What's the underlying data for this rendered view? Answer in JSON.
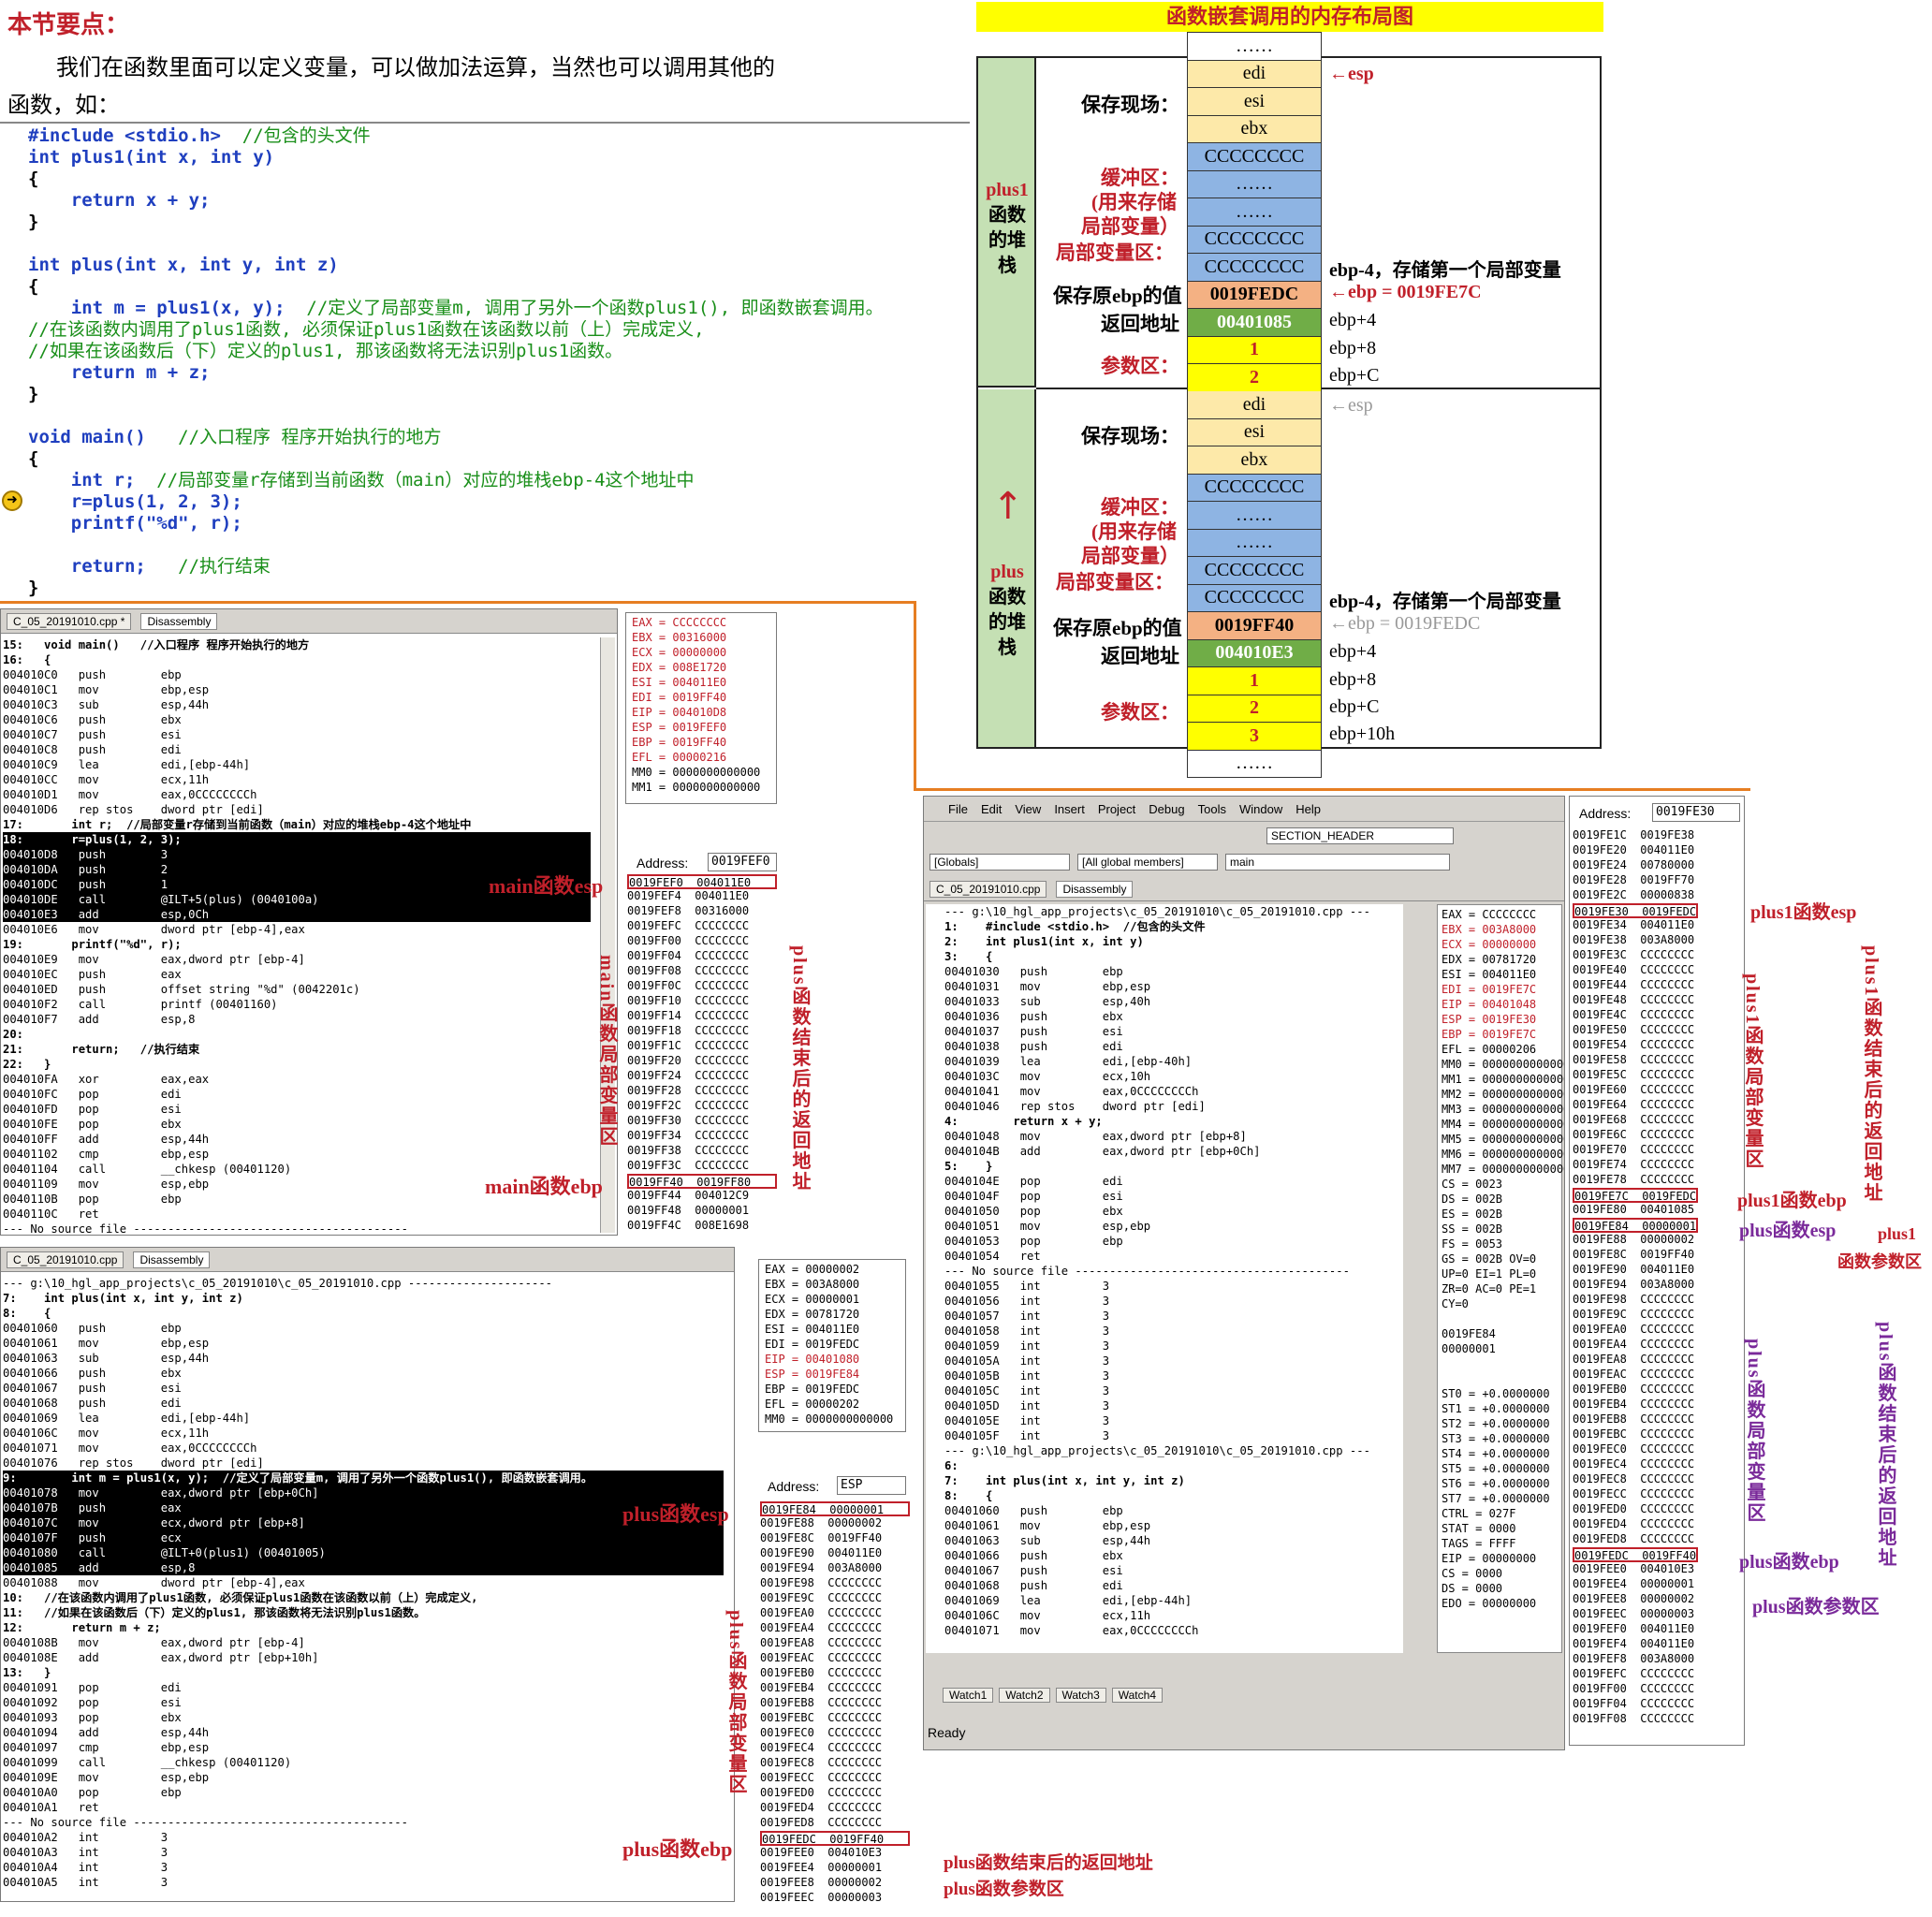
{
  "intro": {
    "heading": "本节要点：",
    "text1": "我们在函数里面可以定义变量，可以做加法运算，当然也可以调用其他的",
    "text2": "函数，如："
  },
  "code": [
    {
      "t": "#include <stdio.h>  ",
      "c": "//包含的头文件"
    },
    {
      "t": "int plus1(int x, int y)",
      "c": ""
    },
    {
      "t": "{",
      "c": ""
    },
    {
      "t": "    return x + y;",
      "c": ""
    },
    {
      "t": "}",
      "c": ""
    },
    {
      "t": "",
      "c": ""
    },
    {
      "t": "int plus(int x, int y, int z)",
      "c": ""
    },
    {
      "t": "{",
      "c": ""
    },
    {
      "t": "    int m = plus1(x, y);  ",
      "c": "//定义了局部变量m, 调用了另外一个函数plus1(), 即函数嵌套调用。"
    },
    {
      "t": "",
      "c": "//在该函数内调用了plus1函数, 必须保证plus1函数在该函数以前（上）完成定义,"
    },
    {
      "t": "",
      "c": "//如果在该函数后（下）定义的plus1, 那该函数将无法识别plus1函数。"
    },
    {
      "t": "    return m + z;",
      "c": ""
    },
    {
      "t": "}",
      "c": ""
    },
    {
      "t": "",
      "c": ""
    },
    {
      "t": "void main()   ",
      "c": "//入口程序 程序开始执行的地方"
    },
    {
      "t": "{",
      "c": ""
    },
    {
      "t": "    int r;  ",
      "c": "//局部变量r存储到当前函数（main）对应的堆栈ebp-4这个地址中"
    },
    {
      "t": "    r=plus(1, 2, 3);",
      "c": ""
    },
    {
      "t": "    printf(\"%d\", r);",
      "c": ""
    },
    {
      "t": "",
      "c": ""
    },
    {
      "t": "    return;   ",
      "c": "//执行结束"
    },
    {
      "t": "}",
      "c": ""
    }
  ],
  "diagram": {
    "title": "函数嵌套调用的内存布局图",
    "plus1_label": "plus1\n函数\n的堆\n栈",
    "plus_label": "plus\n函数\n的堆\n栈",
    "arrow": "↑",
    "plus1_cells": [
      "……",
      "edi",
      "esi",
      "ebx",
      "CCCCCCCC",
      "……",
      "……",
      "CCCCCCCC",
      "CCCCCCCC",
      "0019FEDC",
      "00401085",
      "1",
      "2"
    ],
    "plus_cells": [
      "edi",
      "esi",
      "ebx",
      "CCCCCCCC",
      "……",
      "……",
      "CCCCCCCC",
      "CCCCCCCC",
      "0019FF40",
      "004010E3",
      "1",
      "2",
      "3",
      "……"
    ],
    "labels": {
      "save": "保存现场：",
      "buf1": "缓冲区：",
      "buf2": "(用来存储",
      "buf3": "局部变量）",
      "buf4": "局部变量区：",
      "oldebp": "保存原ebp的值",
      "ret": "返回地址",
      "args": "参数区："
    },
    "plus1_right": {
      "esp": "←esp",
      "local": "ebp-4，存储第一个局部变量",
      "ebp": "←ebp = 0019FE7C",
      "p4": "ebp+4",
      "p8": "ebp+8",
      "pc": "ebp+C"
    },
    "plus_right": {
      "esp": "←esp",
      "local": "ebp-4，存储第一个局部变量",
      "ebp": "←ebp = 0019FEDC",
      "p4": "ebp+4",
      "p8": "ebp+8",
      "pc": "ebp+C",
      "p10": "ebp+10h"
    }
  },
  "win1": {
    "tab1": "C_05_20191010.cpp *",
    "tab2": "Disassembly",
    "lines": [
      "15:   void main()   //入口程序 程序开始执行的地方",
      "16:   {",
      "004010C0   push        ebp",
      "004010C1   mov         ebp,esp",
      "004010C3   sub         esp,44h",
      "004010C6   push        ebx",
      "004010C7   push        esi",
      "004010C8   push        edi",
      "004010C9   lea         edi,[ebp-44h]",
      "004010CC   mov         ecx,11h",
      "004010D1   mov         eax,0CCCCCCCCh",
      "004010D6   rep stos    dword ptr [edi]",
      "17:       int r;  //局部变量r存储到当前函数（main）对应的堆栈ebp-4这个地址中",
      "18:       r=plus(1, 2, 3);",
      "004010D8   push        3",
      "004010DA   push        2",
      "004010DC   push        1",
      "004010DE   call        @ILT+5(plus) (0040100a)",
      "004010E3   add         esp,0Ch",
      "004010E6   mov         dword ptr [ebp-4],eax",
      "19:       printf(\"%d\", r);",
      "004010E9   mov         eax,dword ptr [ebp-4]",
      "004010EC   push        eax",
      "004010ED   push        offset string \"%d\" (0042201c)",
      "004010F2   call        printf (00401160)",
      "004010F7   add         esp,8",
      "20:",
      "21:       return;   //执行结束",
      "22:   }",
      "004010FA   xor         eax,eax",
      "004010FC   pop         edi",
      "004010FD   pop         esi",
      "004010FE   pop         ebx",
      "004010FF   add         esp,44h",
      "00401102   cmp         ebp,esp",
      "00401104   call        __chkesp (00401120)",
      "00401109   mov         esp,ebp",
      "0040110B   pop         ebp",
      "0040110C   ret",
      "--- No source file ----------------------------------------"
    ],
    "regs": [
      "EAX = CCCCCCCC",
      "EBX = 00316000",
      "ECX = 00000000",
      "EDX = 008E1720",
      "ESI = 004011E0",
      "EDI = 0019FF40",
      "EIP = 004010D8",
      "ESP = 0019FEF0",
      "EBP = 0019FF40",
      "EFL = 00000216",
      "MM0 = 0000000000000",
      "MM1 = 0000000000000"
    ],
    "addr_label": "Address:",
    "addr_value": "0019FEF0",
    "mem": [
      "0019FEF0  004011E0",
      "0019FEF4  004011E0",
      "0019FEF8  00316000",
      "0019FEFC  CCCCCCCC",
      "0019FF00  CCCCCCCC",
      "0019FF04  CCCCCCCC",
      "0019FF08  CCCCCCCC",
      "0019FF0C  CCCCCCCC",
      "0019FF10  CCCCCCCC",
      "0019FF14  CCCCCCCC",
      "0019FF18  CCCCCCCC",
      "0019FF1C  CCCCCCCC",
      "0019FF20  CCCCCCCC",
      "0019FF24  CCCCCCCC",
      "0019FF28  CCCCCCCC",
      "0019FF2C  CCCCCCCC",
      "0019FF30  CCCCCCCC",
      "0019FF34  CCCCCCCC",
      "0019FF38  CCCCCCCC",
      "0019FF3C  CCCCCCCC",
      "0019FF40  0019FF80",
      "0019FF44  004012C9",
      "0019FF48  00000001",
      "0019FF4C  008E1698"
    ],
    "ann_esp": "main函数esp",
    "ann_ebp": "main函数ebp",
    "ann_local": "main函数局部变量区",
    "ann_ret": "plus函数结束后的返回地址"
  },
  "win2": {
    "tab1": "C_05_20191010.cpp",
    "tab2": "Disassembly",
    "lines": [
      "--- g:\\10_hgl_app_projects\\c_05_20191010\\c_05_20191010.cpp ---------------------",
      "7:    int plus(int x, int y, int z)",
      "8:    {",
      "00401060   push        ebp",
      "00401061   mov         ebp,esp",
      "00401063   sub         esp,44h",
      "00401066   push        ebx",
      "00401067   push        esi",
      "00401068   push        edi",
      "00401069   lea         edi,[ebp-44h]",
      "0040106C   mov         ecx,11h",
      "00401071   mov         eax,0CCCCCCCCh",
      "00401076   rep stos    dword ptr [edi]",
      "9:        int m = plus1(x, y);  //定义了局部变量m, 调用了另外一个函数plus1(), 即函数嵌套调用。",
      "00401078   mov         eax,dword ptr [ebp+0Ch]",
      "0040107B   push        eax",
      "0040107C   mov         ecx,dword ptr [ebp+8]",
      "0040107F   push        ecx",
      "00401080   call        @ILT+0(plus1) (00401005)",
      "00401085   add         esp,8",
      "00401088   mov         dword ptr [ebp-4],eax",
      "10:   //在该函数内调用了plus1函数, 必须保证plus1函数在该函数以前（上）完成定义,",
      "11:   //如果在该函数后（下）定义的plus1, 那该函数将无法识别plus1函数。",
      "12:       return m + z;",
      "0040108B   mov         eax,dword ptr [ebp-4]",
      "0040108E   add         eax,dword ptr [ebp+10h]",
      "13:   }",
      "00401091   pop         edi",
      "00401092   pop         esi",
      "00401093   pop         ebx",
      "00401094   add         esp,44h",
      "00401097   cmp         ebp,esp",
      "00401099   call        __chkesp (00401120)",
      "0040109E   mov         esp,ebp",
      "004010A0   pop         ebp",
      "004010A1   ret",
      "--- No source file ----------------------------------------",
      "004010A2   int         3",
      "004010A3   int         3",
      "004010A4   int         3",
      "004010A5   int         3"
    ],
    "regs": [
      "EAX = 00000002",
      "EBX = 003A8000",
      "ECX = 00000001",
      "EDX = 00781720",
      "ESI = 004011E0",
      "EDI = 0019FEDC",
      "EIP = 00401080",
      "ESP = 0019FE84",
      "EBP = 0019FEDC",
      "EFL = 00000202",
      "MM0 = 0000000000000"
    ],
    "addr_label": "Address:",
    "addr_value": "ESP",
    "mem": [
      "0019FE84  00000001",
      "0019FE88  00000002",
      "0019FE8C  0019FF40",
      "0019FE90  004011E0",
      "0019FE94  003A8000",
      "0019FE98  CCCCCCCC",
      "0019FE9C  CCCCCCCC",
      "0019FEA0  CCCCCCCC",
      "0019FEA4  CCCCCCCC",
      "0019FEA8  CCCCCCCC",
      "0019FEAC  CCCCCCCC",
      "0019FEB0  CCCCCCCC",
      "0019FEB4  CCCCCCCC",
      "0019FEB8  CCCCCCCC",
      "0019FEBC  CCCCCCCC",
      "0019FEC0  CCCCCCCC",
      "0019FEC4  CCCCCCCC",
      "0019FEC8  CCCCCCCC",
      "0019FECC  CCCCCCCC",
      "0019FED0  CCCCCCCC",
      "0019FED4  CCCCCCCC",
      "0019FED8  CCCCCCCC",
      "0019FEDC  0019FF40",
      "0019FEE0  004010E3",
      "0019FEE4  00000001",
      "0019FEE8  00000002",
      "0019FEEC  00000003"
    ],
    "ann_esp": "plus函数esp",
    "ann_ebp": "plus函数ebp",
    "ann_local": "plus函数局部变量区",
    "ann_ret": "plus函数结束后的返回地址",
    "ann_args": "plus函数参数区"
  },
  "win3": {
    "menu": [
      "File",
      "Edit",
      "View",
      "Insert",
      "Project",
      "Debug",
      "Tools",
      "Window",
      "Help"
    ],
    "section": "SECTION_HEADER",
    "globals": "[Globals]",
    "members": "[All global members]",
    "func": "main",
    "tab1": "C_05_20191010.cpp",
    "tab2": "Disassembly",
    "lines": [
      "--- g:\\10_hgl_app_projects\\c_05_20191010\\c_05_20191010.cpp ---",
      "1:    #include <stdio.h>  //包含的头文件",
      "2:    int plus1(int x, int y)",
      "3:    {",
      "00401030   push        ebp",
      "00401031   mov         ebp,esp",
      "00401033   sub         esp,40h",
      "00401036   push        ebx",
      "00401037   push        esi",
      "00401038   push        edi",
      "00401039   lea         edi,[ebp-40h]",
      "0040103C   mov         ecx,10h",
      "00401041   mov         eax,0CCCCCCCCh",
      "00401046   rep stos    dword ptr [edi]",
      "4:        return x + y;",
      "00401048   mov         eax,dword ptr [ebp+8]",
      "0040104B   add         eax,dword ptr [ebp+0Ch]",
      "5:    }",
      "0040104E   pop         edi",
      "0040104F   pop         esi",
      "00401050   pop         ebx",
      "00401051   mov         esp,ebp",
      "00401053   pop         ebp",
      "00401054   ret",
      "--- No source file ----------------------------------------",
      "00401055   int         3",
      "00401056   int         3",
      "00401057   int         3",
      "00401058   int         3",
      "00401059   int         3",
      "0040105A   int         3",
      "0040105B   int         3",
      "0040105C   int         3",
      "0040105D   int         3",
      "0040105E   int         3",
      "0040105F   int         3",
      "--- g:\\10_hgl_app_projects\\c_05_20191010\\c_05_20191010.cpp ---",
      "6:",
      "7:    int plus(int x, int y, int z)",
      "8:    {",
      "00401060   push        ebp",
      "00401061   mov         ebp,esp",
      "00401063   sub         esp,44h",
      "00401066   push        ebx",
      "00401067   push        esi",
      "00401068   push        edi",
      "00401069   lea         edi,[ebp-44h]",
      "0040106C   mov         ecx,11h",
      "00401071   mov         eax,0CCCCCCCCh"
    ],
    "regs": [
      "EAX = CCCCCCCC",
      "EBX = 003A8000",
      "ECX = 00000000",
      "EDX = 00781720",
      "ESI = 004011E0",
      "EDI = 0019FE7C",
      "EIP = 00401048",
      "ESP = 0019FE30",
      "EBP = 0019FE7C",
      "EFL = 00000206",
      "MM0 = 0000000000000",
      "MM1 = 0000000000000",
      "MM2 = 0000000000000",
      "MM3 = 0000000000000",
      "MM4 = 0000000000000",
      "MM5 = 0000000000000",
      "MM6 = 0000000000000",
      "MM7 = 0000000000000",
      "CS = 0023",
      "DS = 002B",
      "ES = 002B",
      "SS = 002B",
      "FS = 0053",
      "GS = 002B OV=0",
      "UP=0 EI=1 PL=0",
      "ZR=0 AC=0 PE=1",
      "CY=0",
      "",
      "0019FE84",
      "00000001",
      "",
      "",
      "ST0 = +0.0000000",
      "ST1 = +0.0000000",
      "ST2 = +0.0000000",
      "ST3 = +0.0000000",
      "ST4 = +0.0000000",
      "ST5 = +0.0000000",
      "ST6 = +0.0000000",
      "ST7 = +0.0000000",
      "CTRL = 027F",
      "STAT = 0000",
      "TAGS = FFFF",
      "EIP = 00000000",
      "CS = 0000",
      "DS = 0000",
      "EDO = 00000000"
    ],
    "watch": [
      "Watch1",
      "Watch2",
      "Watch3",
      "Watch4"
    ],
    "status": "Ready",
    "addr_label": "Address:",
    "addr_value": "0019FE30",
    "mem": [
      "0019FE1C  0019FE38",
      "0019FE20  004011E0",
      "0019FE24  00780000",
      "0019FE28  0019FF70",
      "0019FE2C  00000838",
      "0019FE30  0019FEDC",
      "0019FE34  004011E0",
      "0019FE38  003A8000",
      "0019FE3C  CCCCCCCC",
      "0019FE40  CCCCCCCC",
      "0019FE44  CCCCCCCC",
      "0019FE48  CCCCCCCC",
      "0019FE4C  CCCCCCCC",
      "0019FE50  CCCCCCCC",
      "0019FE54  CCCCCCCC",
      "0019FE58  CCCCCCCC",
      "0019FE5C  CCCCCCCC",
      "0019FE60  CCCCCCCC",
      "0019FE64  CCCCCCCC",
      "0019FE68  CCCCCCCC",
      "0019FE6C  CCCCCCCC",
      "0019FE70  CCCCCCCC",
      "0019FE74  CCCCCCCC",
      "0019FE78  CCCCCCCC",
      "0019FE7C  0019FEDC",
      "0019FE80  00401085",
      "0019FE84  00000001",
      "0019FE88  00000002",
      "0019FE8C  0019FF40",
      "0019FE90  004011E0",
      "0019FE94  003A8000",
      "0019FE98  CCCCCCCC",
      "0019FE9C  CCCCCCCC",
      "0019FEA0  CCCCCCCC",
      "0019FEA4  CCCCCCCC",
      "0019FEA8  CCCCCCCC",
      "0019FEAC  CCCCCCCC",
      "0019FEB0  CCCCCCCC",
      "0019FEB4  CCCCCCCC",
      "0019FEB8  CCCCCCCC",
      "0019FEBC  CCCCCCCC",
      "0019FEC0  CCCCCCCC",
      "0019FEC4  CCCCCCCC",
      "0019FEC8  CCCCCCCC",
      "0019FECC  CCCCCCCC",
      "0019FED0  CCCCCCCC",
      "0019FED4  CCCCCCCC",
      "0019FED8  CCCCCCCC",
      "0019FEDC  0019FF40",
      "0019FEE0  004010E3",
      "0019FEE4  00000001",
      "0019FEE8  00000002",
      "0019FEEC  00000003",
      "0019FEF0  004011E0",
      "0019FEF4  004011E0",
      "0019FEF8  003A8000",
      "0019FEFC  CCCCCCCC",
      "0019FF00  CCCCCCCC",
      "0019FF04  CCCCCCCC",
      "0019FF08  CCCCCCCC"
    ],
    "ann_plus1_esp": "plus1函数esp",
    "ann_plus1_ebp": "plus1函数ebp",
    "ann_plus_esp": "plus函数esp",
    "ann_plus1": "plus1",
    "ann_plus1_args": "函数参数区",
    "ann_plus_ebp": "plus函数ebp",
    "ann_plus_args": "plus函数参数区",
    "ann_plus1_local": "plus1函数局部变量区",
    "ann_plus1_ret": "plus1函数结束后的返回地址",
    "ann_plus_local": "plus函数局部变量区",
    "ann_plus_ret": "plus函数结束后的返回地址"
  }
}
